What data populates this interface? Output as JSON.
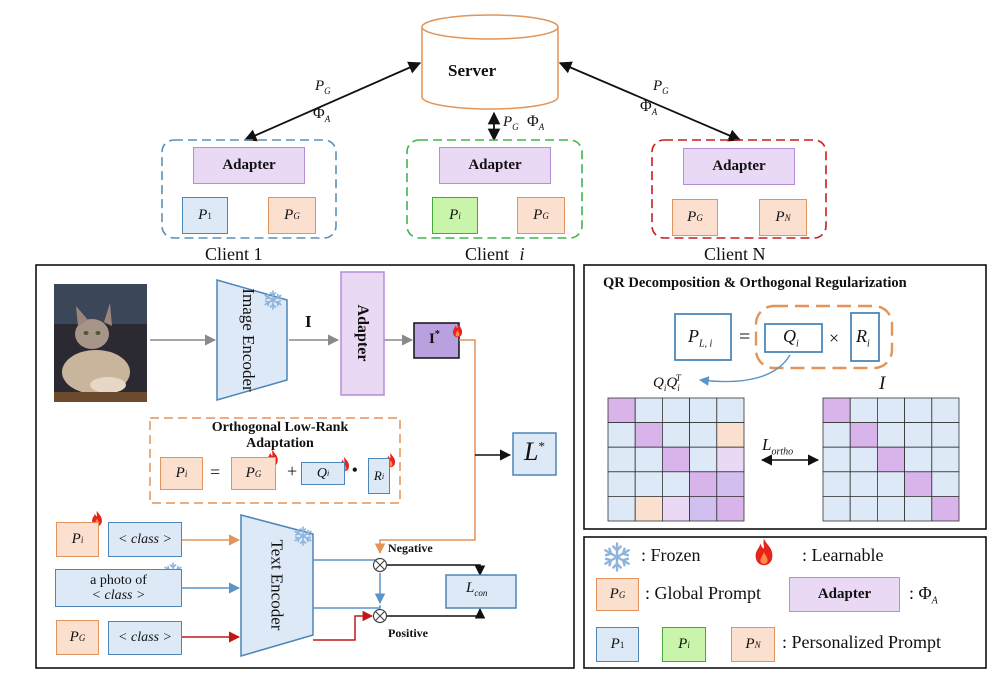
{
  "server": {
    "label": "Server"
  },
  "top_links": {
    "left": {
      "p": "P",
      "sub": "G",
      "phi": "Φ",
      "phi_sub": "A"
    },
    "mid": {
      "p": "P",
      "sub": "G",
      "phi": "Φ",
      "phi_sub": "A"
    },
    "right": {
      "p": "P",
      "sub": "G",
      "phi": "Φ",
      "phi_sub": "A"
    }
  },
  "clients": [
    {
      "name": "Client 1",
      "adapter": "Adapter",
      "personal": {
        "p": "P",
        "sub": "1"
      },
      "global": {
        "p": "P",
        "sub": "G"
      }
    },
    {
      "name": "Client",
      "name_suffix": "i",
      "adapter": "Adapter",
      "personal": {
        "p": "P",
        "sub": "i"
      },
      "global": {
        "p": "P",
        "sub": "G"
      }
    },
    {
      "name": "Client N",
      "adapter": "Adapter",
      "global": {
        "p": "P",
        "sub": "G"
      },
      "personal": {
        "p": "P",
        "sub": "N"
      }
    }
  ],
  "main_panel": {
    "image_encoder": "Image Encoder",
    "I_label": "I",
    "adapter": "Adapter",
    "I_star": "I",
    "I_star_sup": "*",
    "L_star": "L",
    "L_star_sup": "*",
    "olra_title": "Orthogonal Low-Rank Adaptation",
    "olra": {
      "pi": "P",
      "pi_sub": "i",
      "eq": "=",
      "pg": "P",
      "pg_sub": "G",
      "plus": "+",
      "qi": "Q",
      "qi_sub": "i",
      "dot": "•",
      "ri": "R",
      "ri_sub": "i"
    },
    "text_encoder": "Text Encoder",
    "rows": [
      {
        "p": "P",
        "sub": "i",
        "cls": "< class >"
      },
      {
        "photo_line1": "a photo of",
        "cls": "< class >"
      },
      {
        "p": "P",
        "sub": "G",
        "cls": "< class >"
      }
    ],
    "negative": "Negative",
    "positive": "Positive",
    "otimes": "⊗",
    "lcon": {
      "l": "L",
      "sub": "con"
    }
  },
  "qr_panel": {
    "title": "QR Decomposition & Orthogonal Regularization",
    "pli": {
      "p": "P",
      "sub": "L, i"
    },
    "eq": "=",
    "qi": {
      "q": "Q",
      "sub": "i"
    },
    "times": "×",
    "ri": {
      "r": "R",
      "sub": "i"
    },
    "qqt": {
      "q": "Q",
      "sub": "i",
      "q2": "Q",
      "sub2": "i",
      "sup2": "T"
    },
    "identity": "I",
    "lortho": {
      "l": "L",
      "sub": "ortho"
    }
  },
  "legend": {
    "frozen": ": Frozen",
    "learnable": ": Learnable",
    "global_prompt": ": Global Prompt",
    "adapter": "Adapter",
    "phi": ": Φ",
    "phi_sub": "A",
    "personalized": ": Personalized Prompt",
    "p1": {
      "p": "P",
      "sub": "1"
    },
    "pi": {
      "p": "P",
      "sub": "i"
    },
    "pn": {
      "p": "P",
      "sub": "N"
    },
    "pg": {
      "p": "P",
      "sub": "G"
    }
  },
  "colors": {
    "peach": "#fbe0cf",
    "blue": "#dde9f7",
    "green": "#c8f5a9",
    "lavender": "#ead9f5",
    "purple_dark": "#b28bd9",
    "orange": "#e3935b",
    "dash_blue": "#5b8fb8",
    "dash_green": "#3fb54a",
    "dash_red": "#c81e1e"
  },
  "icons": [
    "snowflake-icon",
    "flame-icon",
    "cat-photo",
    "database-cylinder"
  ]
}
